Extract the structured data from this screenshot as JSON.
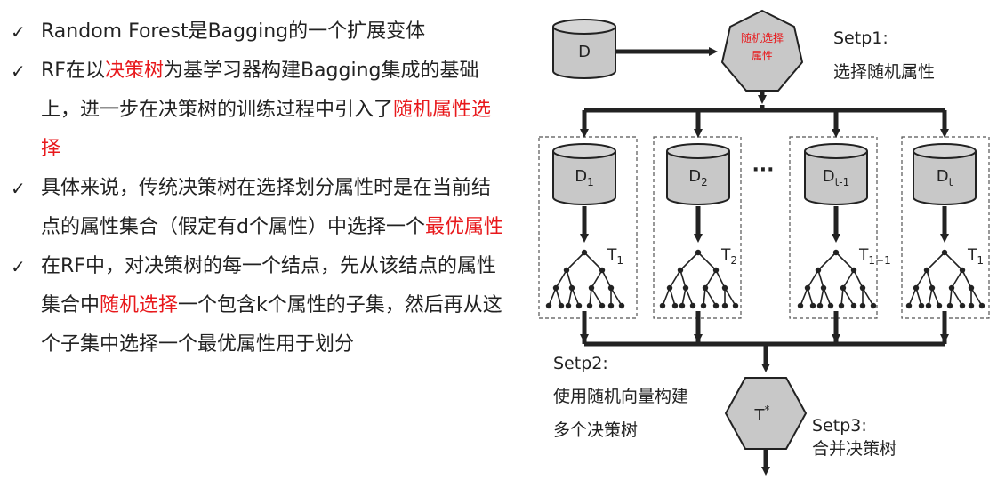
{
  "bullets": [
    {
      "parts": [
        {
          "text": "Random Forest是Bagging的一个扩展变体",
          "red": false
        }
      ]
    },
    {
      "parts": [
        {
          "text": "RF在以",
          "red": false
        },
        {
          "text": "决策树",
          "red": true
        },
        {
          "text": "为基学习器构建Bagging集成的基础上，进一步在决策树的训练过程中引入了",
          "red": false
        },
        {
          "text": "随机属性选择",
          "red": true
        }
      ]
    },
    {
      "parts": [
        {
          "text": "具体来说，传统决策树在选择划分属性时是在当前结点的属性集合（假定有d个属性）中选择一个",
          "red": false
        },
        {
          "text": "最优属性",
          "red": true
        }
      ]
    },
    {
      "parts": [
        {
          "text": "在RF中，对决策树的每一个结点，先从该结点的属性集合中",
          "red": false
        },
        {
          "text": "随机选择",
          "red": true
        },
        {
          "text": "一个包含k个属性的子集，然后再从这个子集中选择一个最优属性用于划分",
          "red": false
        }
      ]
    }
  ],
  "check_mark": "✓",
  "diagram": {
    "source_label": "D",
    "selector_line1": "随机选择",
    "selector_line2": "属性",
    "step1_title": "Setp1:",
    "step1_text": "选择随机属性",
    "datasets": [
      {
        "base": "D",
        "sub": "1",
        "tree_base": "T",
        "tree_sub": "1"
      },
      {
        "base": "D",
        "sub": "2",
        "tree_base": "T",
        "tree_sub": "2"
      },
      {
        "base": "D",
        "sub": "t-1",
        "tree_base": "T",
        "tree_sub": "1−1"
      },
      {
        "base": "D",
        "sub": "t",
        "tree_base": "T",
        "tree_sub": "1"
      }
    ],
    "ellipsis": "···",
    "step2_title": "Setp2:",
    "step2_line1": "使用随机向量构建",
    "step2_line2": "多个决策树",
    "combiner_base": "T",
    "combiner_sup": "*",
    "step3_title": "Setp3:",
    "step3_text": "合并决策树"
  },
  "colors": {
    "accent_red": "#e8191c",
    "shape_fill": "#c8c8c8",
    "line": "#222222"
  }
}
